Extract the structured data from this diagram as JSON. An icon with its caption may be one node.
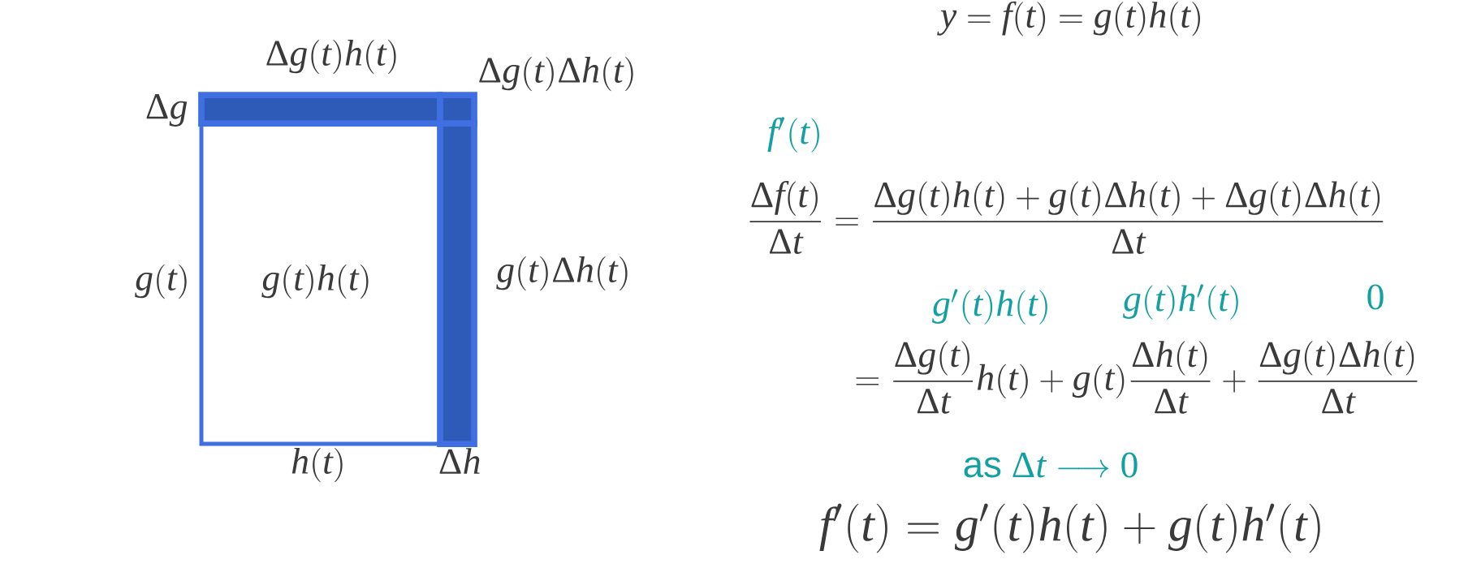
{
  "diagram": {
    "nodes": [
      {
        "text": [
          "g(t)h(t)"
        ]
      },
      {
        "text": [
          "\\Delta g(t)h(t)"
        ]
      },
      {
        "text": [
          "\\Delta g(t)\\Delta h(t)"
        ]
      },
      {
        "text": [
          "g(t)\\Delta h(t)"
        ]
      }
    ],
    "labels": [
      "\\Delta g",
      "g(t)",
      "h(t)",
      "\\Delta h",
      "y = f(t) = g(t)h(t)",
      "f'(t)",
      "\\frac{\\Delta f(t)}{\\Delta t} = \\frac{\\Delta g(t)h(t) + g(t)\\Delta h(t) + \\Delta g(t)\\Delta h(t)}{\\Delta t}",
      "g'(t)h(t)",
      "g(t)h'(t)",
      "0",
      "= \\frac{\\Delta g(t)}{\\Delta t}h(t) + g(t)\\frac{\\Delta h(t)}{\\Delta t} + \\frac{\\Delta g(t)\\Delta h(t)}{\\Delta t}",
      "\\textsf{as}\\ \\Delta t \\longrightarrow 0",
      "f'(t) = g'(t)h(t) + g(t)h'(t)"
    ]
  }
}
